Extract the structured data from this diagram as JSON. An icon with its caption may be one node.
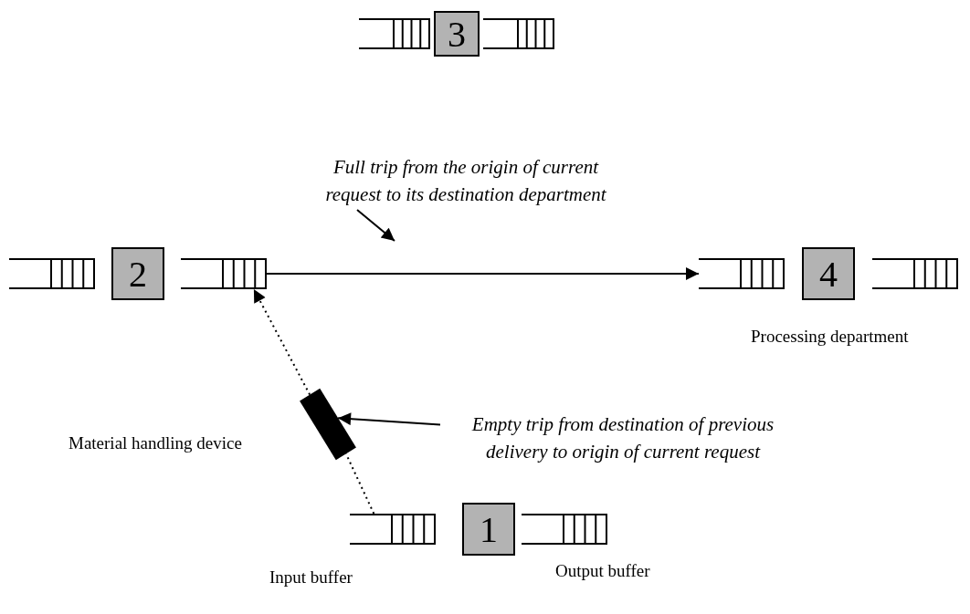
{
  "diagram": {
    "nodes": [
      {
        "text": [],
        "shape": "queue"
      },
      {
        "text": [
          "3"
        ]
      },
      {
        "text": [],
        "shape": "queue"
      },
      {
        "text": [
          "Full trip from the origin of current request to its destination department"
        ]
      },
      {
        "text": [],
        "shape": "queue"
      },
      {
        "text": [
          "2"
        ]
      },
      {
        "text": [],
        "shape": "queue"
      },
      {
        "text": [],
        "shape": "queue"
      },
      {
        "text": [
          "4"
        ],
        "beside": [
          "Processing department"
        ]
      },
      {
        "text": [],
        "shape": "queue"
      },
      {
        "text": [],
        "shape": "bar",
        "beside": [
          "Material handling device"
        ]
      },
      {
        "text": [
          "Empty trip from destination of previous delivery to origin of current request"
        ]
      },
      {
        "text": [],
        "shape": "queue",
        "beside": [
          "Input buffer"
        ]
      },
      {
        "text": [
          "1"
        ]
      },
      {
        "text": [],
        "shape": "queue",
        "beside": [
          "Output buffer"
        ]
      }
    ],
    "edges": [
      {
        "from": 3,
        "to": null,
        "arrow": "to"
      },
      {
        "from": 6,
        "to": 7,
        "arrow": "to"
      },
      {
        "from": 12,
        "to": 10,
        "arrow": "none",
        "style": "dashed"
      },
      {
        "from": 10,
        "to": 6,
        "arrow": "to",
        "style": "dashed"
      },
      {
        "from": 11,
        "to": 10,
        "arrow": "to"
      }
    ]
  }
}
